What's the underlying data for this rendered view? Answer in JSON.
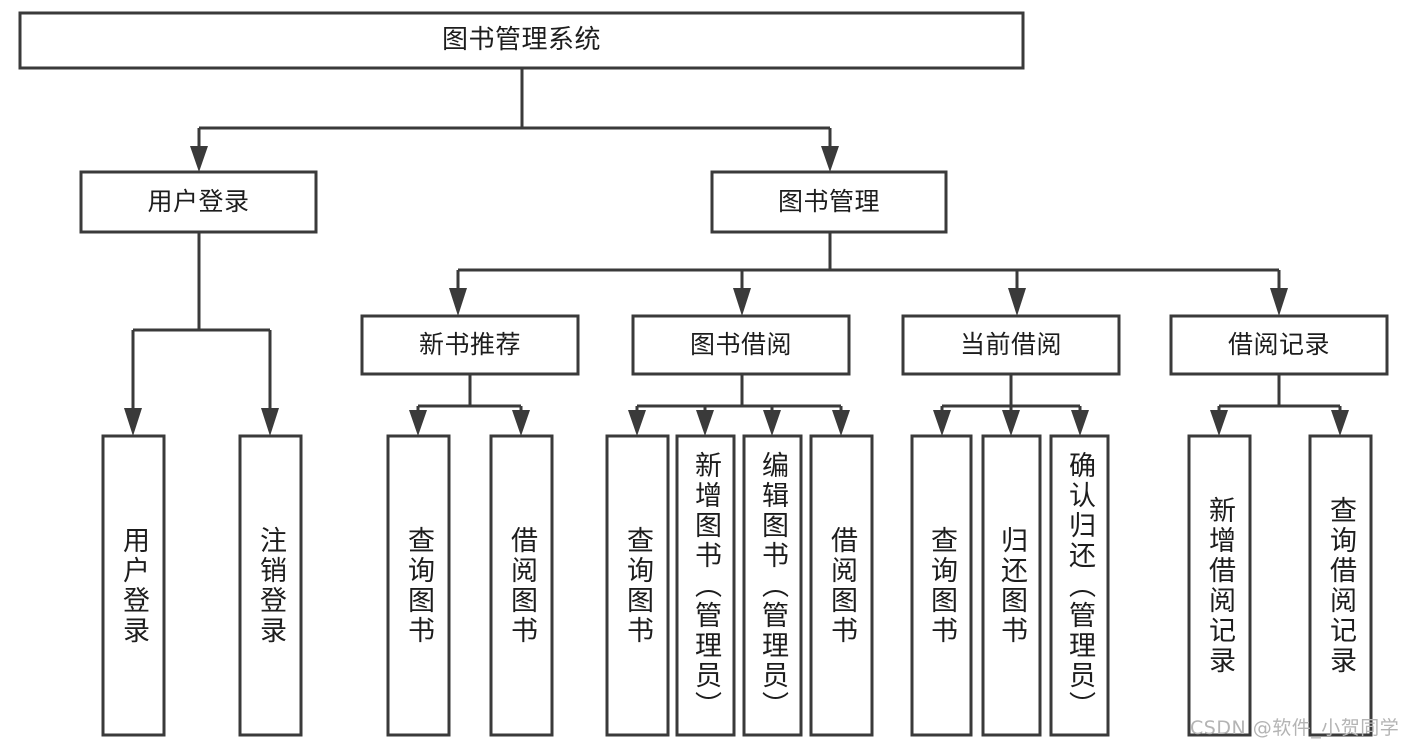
{
  "diagram": {
    "type": "tree-hierarchy",
    "title": "图书管理系统",
    "watermark": "CSDN @软件_小贺同学",
    "colors": {
      "background": "#ffffff",
      "box_stroke": "#3a3a3a",
      "box_fill": "#ffffff",
      "text": "#1d1d1d",
      "watermark": "#b4b4b4"
    },
    "levels": {
      "root": {
        "label": "图书管理系统"
      },
      "level2": [
        {
          "label": "用户登录"
        },
        {
          "label": "图书管理"
        }
      ],
      "level3": [
        {
          "label": "新书推荐"
        },
        {
          "label": "图书借阅"
        },
        {
          "label": "当前借阅"
        },
        {
          "label": "借阅记录"
        }
      ],
      "leaves": [
        {
          "label": "用户登录",
          "parent": "用户登录"
        },
        {
          "label": "注销登录",
          "parent": "用户登录"
        },
        {
          "label": "查询图书",
          "parent": "新书推荐"
        },
        {
          "label": "借阅图书",
          "parent": "新书推荐"
        },
        {
          "label": "查询图书",
          "parent": "图书借阅"
        },
        {
          "label": "新增图书（管理员）",
          "parent": "图书借阅"
        },
        {
          "label": "编辑图书（管理员）",
          "parent": "图书借阅"
        },
        {
          "label": "借阅图书",
          "parent": "图书借阅"
        },
        {
          "label": "查询图书",
          "parent": "当前借阅"
        },
        {
          "label": "归还图书",
          "parent": "当前借阅"
        },
        {
          "label": "确认归还（管理员）",
          "parent": "当前借阅"
        },
        {
          "label": "新增借阅记录",
          "parent": "借阅记录"
        },
        {
          "label": "查询借阅记录",
          "parent": "借阅记录"
        }
      ]
    }
  }
}
